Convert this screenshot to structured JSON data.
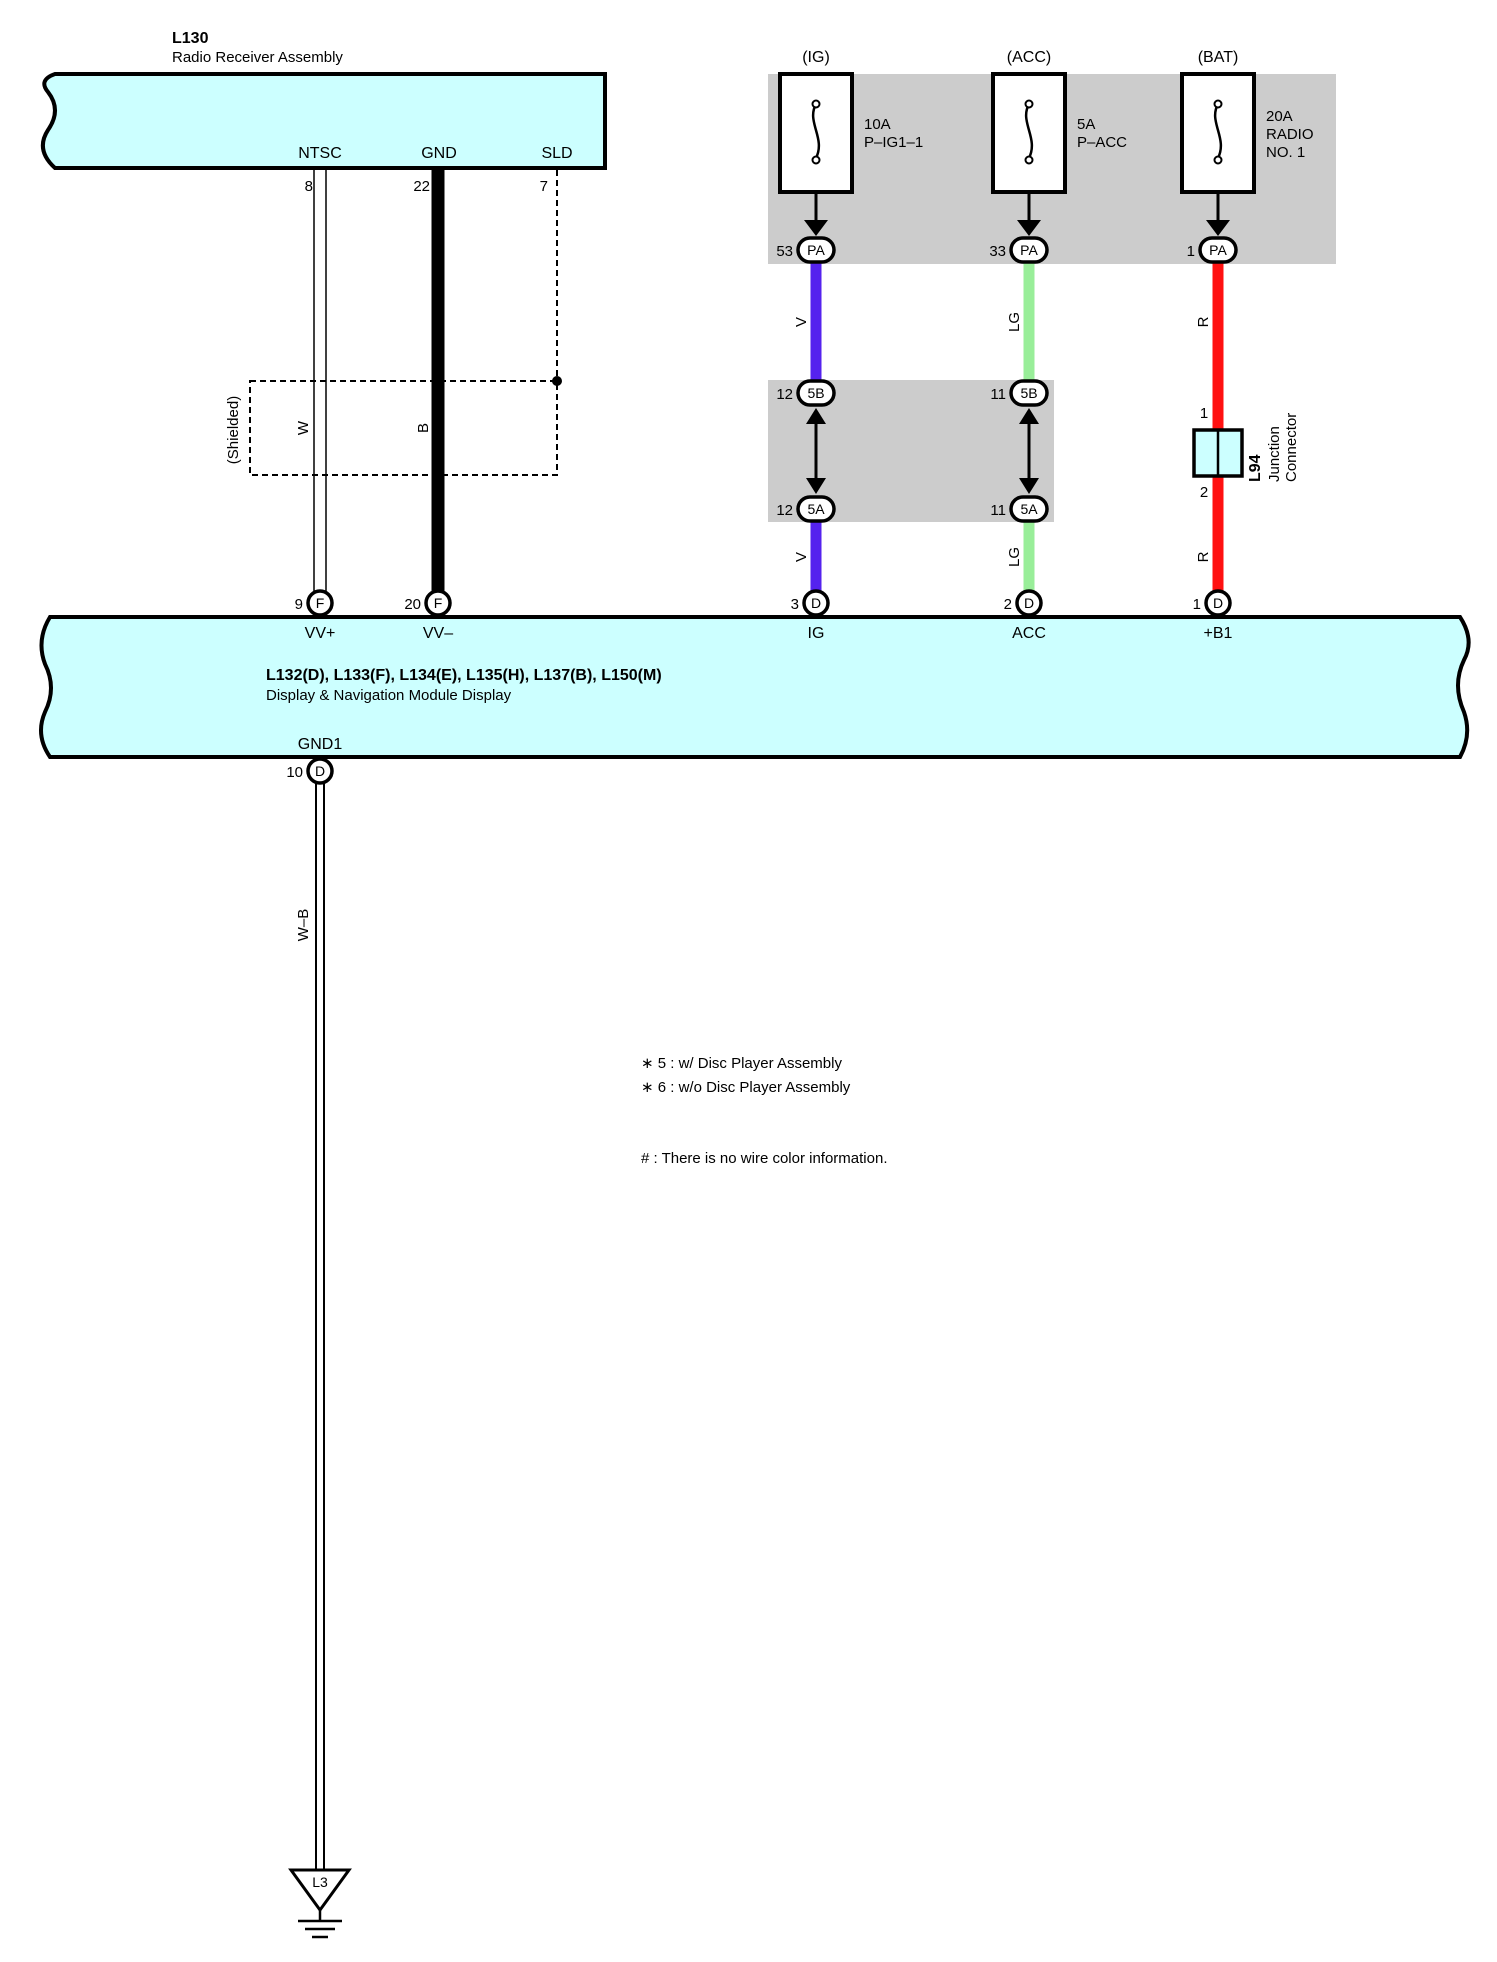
{
  "radio": {
    "id": "L130",
    "name": "Radio Receiver Assembly"
  },
  "radio_pins": [
    {
      "name": "NTSC",
      "pin": "8"
    },
    {
      "name": "GND",
      "pin": "22"
    },
    {
      "name": "SLD",
      "pin": "7"
    }
  ],
  "shield_label": "(Shielded)",
  "wires": {
    "w": "W",
    "b": "B",
    "v": "V",
    "lg": "LG",
    "r": "R",
    "wb": "W–B"
  },
  "fuses": [
    {
      "source": "(IG)",
      "rating": "10A",
      "name": "P–IG1–1",
      "name2": ""
    },
    {
      "source": "(ACC)",
      "rating": "5A",
      "name": "P–ACC",
      "name2": ""
    },
    {
      "source": "(BAT)",
      "rating": "20A",
      "name": "RADIO",
      "name2": "NO. 1"
    }
  ],
  "pa_connectors": [
    {
      "pin": "53",
      "code": "PA"
    },
    {
      "pin": "33",
      "code": "PA"
    },
    {
      "pin": "1",
      "code": "PA"
    }
  ],
  "inline_connectors": [
    {
      "pin": "12",
      "code": "5B"
    },
    {
      "pin": "11",
      "code": "5B"
    },
    {
      "pin": "12",
      "code": "5A"
    },
    {
      "pin": "11",
      "code": "5A"
    }
  ],
  "junction": {
    "id": "L94",
    "line1": "Junction",
    "line2": "Connector",
    "pin_top": "1",
    "pin_bottom": "2"
  },
  "display": {
    "ids": "L132(D), L133(F), L134(E), L135(H), L137(B), L150(M)",
    "name": "Display & Navigation Module Display",
    "pins": [
      {
        "pin": "9",
        "code": "F",
        "name": "VV+"
      },
      {
        "pin": "20",
        "code": "F",
        "name": "VV–"
      },
      {
        "pin": "3",
        "code": "D",
        "name": "IG"
      },
      {
        "pin": "2",
        "code": "D",
        "name": "ACC"
      },
      {
        "pin": "1",
        "code": "D",
        "name": "+B1"
      }
    ],
    "gnd": {
      "pin": "10",
      "code": "D",
      "name": "GND1"
    }
  },
  "ground": {
    "id": "L3"
  },
  "notes": [
    "∗ 5 : w/ Disc Player Assembly",
    "∗ 6 : w/o Disc Player Assembly",
    "# : There is no wire color information."
  ],
  "colors": {
    "connector_fill": "#ccffff",
    "shade": "#cccccc",
    "violet": "#5522ee",
    "light_green": "#99ee99",
    "red": "#ff1111",
    "black": "#000000"
  }
}
